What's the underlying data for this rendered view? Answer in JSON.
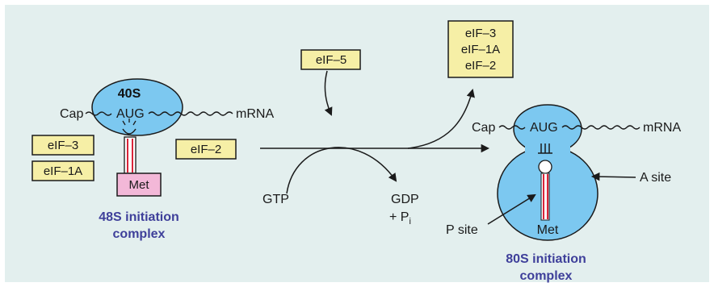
{
  "colors": {
    "background": "#e3efee",
    "ribosome_fill": "#7cc8f0",
    "factor_box_fill": "#f6efa6",
    "met_box_fill": "#f3b8d8",
    "caption": "#3e3f9a",
    "trna_red": "#d9253a"
  },
  "left_complex": {
    "subunit": "40S",
    "cap": "Cap",
    "codon": "AUG",
    "mrna": "mRNA",
    "factors": [
      "eIF–3",
      "eIF–1A",
      "eIF–2"
    ],
    "met": "Met",
    "caption_line1": "48S initiation",
    "caption_line2": "complex"
  },
  "center": {
    "incoming_factor": "eIF–5",
    "released_factors": [
      "eIF–3",
      "eIF–1A",
      "eIF–2"
    ],
    "gtp": "GTP",
    "gdp": "GDP",
    "pi": "+ P",
    "pi_sub": "i"
  },
  "right_complex": {
    "cap": "Cap",
    "codon": "AUG",
    "mrna": "mRNA",
    "a_site": "A site",
    "p_site": "P site",
    "met": "Met",
    "caption_line1": "80S initiation",
    "caption_line2": "complex"
  }
}
